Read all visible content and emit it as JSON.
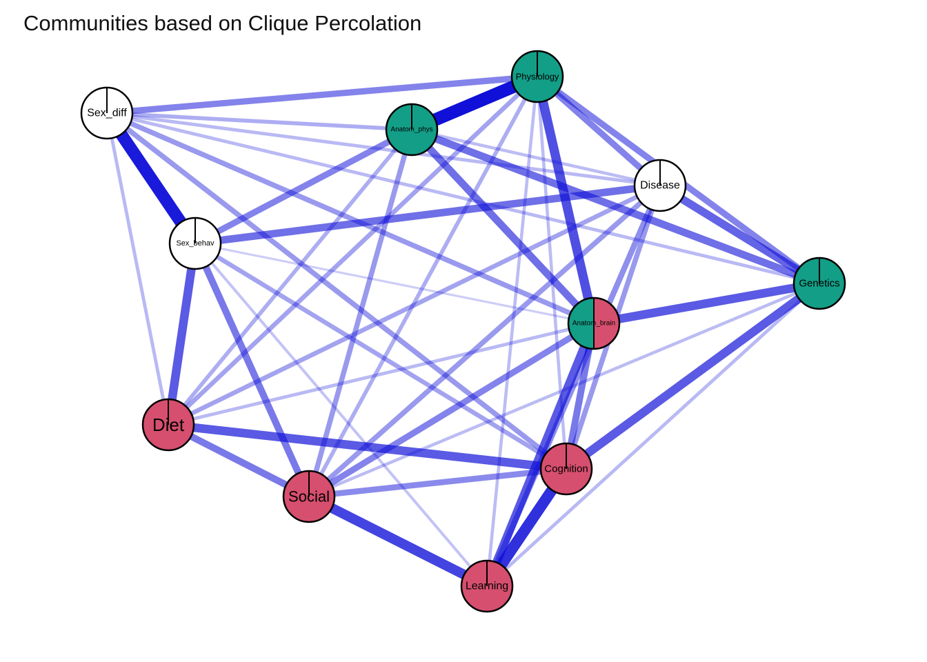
{
  "title": "Communities based on Clique Percolation",
  "colors": {
    "community_green": "#139e87",
    "community_red": "#d64f6e",
    "unassigned": "#ffffff",
    "edge": "#1010d8"
  },
  "nodes": [
    {
      "id": "physiology",
      "label": "Physiology",
      "communities": [
        "green"
      ]
    },
    {
      "id": "sex_diff",
      "label": "Sex_diff",
      "communities": []
    },
    {
      "id": "anatom_phys",
      "label": "Anatom_phys",
      "communities": [
        "green"
      ]
    },
    {
      "id": "disease",
      "label": "Disease",
      "communities": []
    },
    {
      "id": "sex_behav",
      "label": "Sex_behav",
      "communities": []
    },
    {
      "id": "genetics",
      "label": "Genetics",
      "communities": [
        "green"
      ]
    },
    {
      "id": "anatom_brain",
      "label": "Anatom_brain",
      "communities": [
        "green",
        "red"
      ]
    },
    {
      "id": "diet",
      "label": "Diet",
      "communities": [
        "red"
      ]
    },
    {
      "id": "cognition",
      "label": "Cognition",
      "communities": [
        "red"
      ]
    },
    {
      "id": "social",
      "label": "Social",
      "communities": [
        "red"
      ]
    },
    {
      "id": "learning",
      "label": "Learning",
      "communities": [
        "red"
      ]
    }
  ],
  "edges": [
    {
      "from": "anatom_phys",
      "to": "physiology",
      "weight": 1.0
    },
    {
      "from": "sex_diff",
      "to": "sex_behav",
      "weight": 0.95
    },
    {
      "from": "cognition",
      "to": "learning",
      "weight": 0.85
    },
    {
      "from": "social",
      "to": "learning",
      "weight": 0.75
    },
    {
      "from": "physiology",
      "to": "anatom_brain",
      "weight": 0.7
    },
    {
      "from": "sex_behav",
      "to": "diet",
      "weight": 0.65
    },
    {
      "from": "diet",
      "to": "cognition",
      "weight": 0.65
    },
    {
      "from": "anatom_brain",
      "to": "genetics",
      "weight": 0.65
    },
    {
      "from": "genetics",
      "to": "cognition",
      "weight": 0.65
    },
    {
      "from": "anatom_brain",
      "to": "learning",
      "weight": 0.65
    },
    {
      "from": "disease",
      "to": "genetics",
      "weight": 0.6
    },
    {
      "from": "sex_behav",
      "to": "disease",
      "weight": 0.55
    },
    {
      "from": "anatom_phys",
      "to": "anatom_brain",
      "weight": 0.55
    },
    {
      "from": "anatom_phys",
      "to": "genetics",
      "weight": 0.55
    },
    {
      "from": "sex_behav",
      "to": "social",
      "weight": 0.5
    },
    {
      "from": "diet",
      "to": "social",
      "weight": 0.5
    },
    {
      "from": "anatom_brain",
      "to": "cognition",
      "weight": 0.5
    },
    {
      "from": "physiology",
      "to": "disease",
      "weight": 0.45
    },
    {
      "from": "physiology",
      "to": "genetics",
      "weight": 0.45
    },
    {
      "from": "sex_diff",
      "to": "physiology",
      "weight": 0.45
    },
    {
      "from": "anatom_phys",
      "to": "sex_behav",
      "weight": 0.45
    },
    {
      "from": "social",
      "to": "anatom_brain",
      "weight": 0.45
    },
    {
      "from": "social",
      "to": "cognition",
      "weight": 0.42
    },
    {
      "from": "disease",
      "to": "learning",
      "weight": 0.4
    },
    {
      "from": "disease",
      "to": "cognition",
      "weight": 0.35
    },
    {
      "from": "sex_diff",
      "to": "cognition",
      "weight": 0.35
    },
    {
      "from": "sex_diff",
      "to": "anatom_brain",
      "weight": 0.35
    },
    {
      "from": "anatom_phys",
      "to": "social",
      "weight": 0.35
    },
    {
      "from": "social",
      "to": "disease",
      "weight": 0.35
    },
    {
      "from": "diet",
      "to": "disease",
      "weight": 0.3
    },
    {
      "from": "physiology",
      "to": "diet",
      "weight": 0.3
    },
    {
      "from": "sex_behav",
      "to": "cognition",
      "weight": 0.3
    },
    {
      "from": "physiology",
      "to": "social",
      "weight": 0.25
    },
    {
      "from": "sex_diff",
      "to": "anatom_phys",
      "weight": 0.25
    },
    {
      "from": "diet",
      "to": "anatom_phys",
      "weight": 0.25
    },
    {
      "from": "sex_diff",
      "to": "disease",
      "weight": 0.2
    },
    {
      "from": "sex_diff",
      "to": "genetics",
      "weight": 0.2
    },
    {
      "from": "sex_diff",
      "to": "diet",
      "weight": 0.2
    },
    {
      "from": "diet",
      "to": "anatom_brain",
      "weight": 0.2
    },
    {
      "from": "physiology",
      "to": "learning",
      "weight": 0.18
    },
    {
      "from": "physiology",
      "to": "cognition",
      "weight": 0.18
    },
    {
      "from": "genetics",
      "to": "learning",
      "weight": 0.2
    },
    {
      "from": "genetics",
      "to": "social",
      "weight": 0.18
    },
    {
      "from": "anatom_phys",
      "to": "disease",
      "weight": 0.18
    },
    {
      "from": "sex_behav",
      "to": "learning",
      "weight": 0.15
    },
    {
      "from": "sex_behav",
      "to": "anatom_brain",
      "weight": 0.1
    }
  ]
}
